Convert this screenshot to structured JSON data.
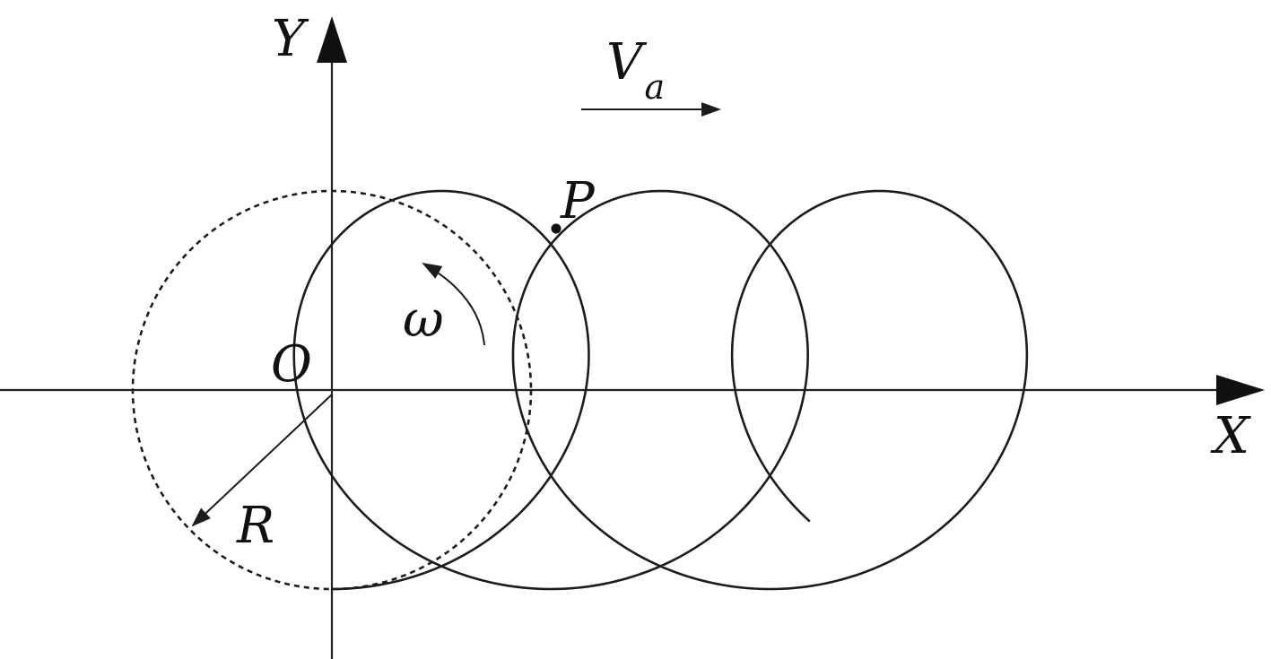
{
  "diagram": {
    "axes": {
      "x_label": "X",
      "y_label": "Y",
      "origin_label": "O"
    },
    "velocity": {
      "symbol": "V",
      "subscript": "a"
    },
    "point_label": "P",
    "angular_velocity_label": "ω",
    "radius_label": "R",
    "trochoid": {
      "loops": 3,
      "advance_per_rev_over_R": 1.1
    },
    "colors": {
      "ink": "#1c1c1c",
      "background": "#ffffff"
    }
  }
}
